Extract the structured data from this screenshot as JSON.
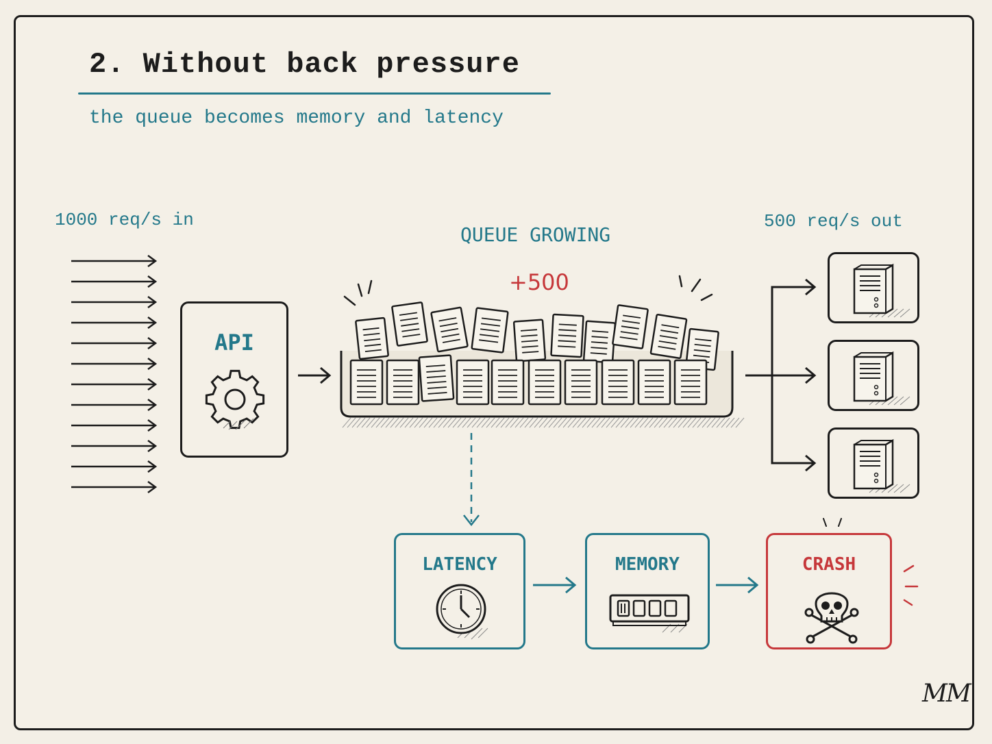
{
  "title": "2. Without back pressure",
  "subtitle": "the queue becomes memory and latency",
  "input_label": "1000 req/s in",
  "output_label": "500 req/s out",
  "queue": {
    "label": "QUEUE GROWING",
    "overflow": "+500"
  },
  "api": {
    "label": "API",
    "icon": "gear-icon"
  },
  "servers": [
    {
      "icon": "server-icon"
    },
    {
      "icon": "server-icon"
    },
    {
      "icon": "server-icon"
    }
  ],
  "effects": [
    {
      "label": "LATENCY",
      "icon": "clock-icon"
    },
    {
      "label": "MEMORY",
      "icon": "memory-chip-icon"
    },
    {
      "label": "CRASH",
      "icon": "skull-crossbones-icon"
    }
  ],
  "signature": "MM",
  "colors": {
    "ink": "#1c1c1c",
    "teal": "#23788a",
    "red": "#c6373a",
    "paper": "#f4f0e7"
  }
}
